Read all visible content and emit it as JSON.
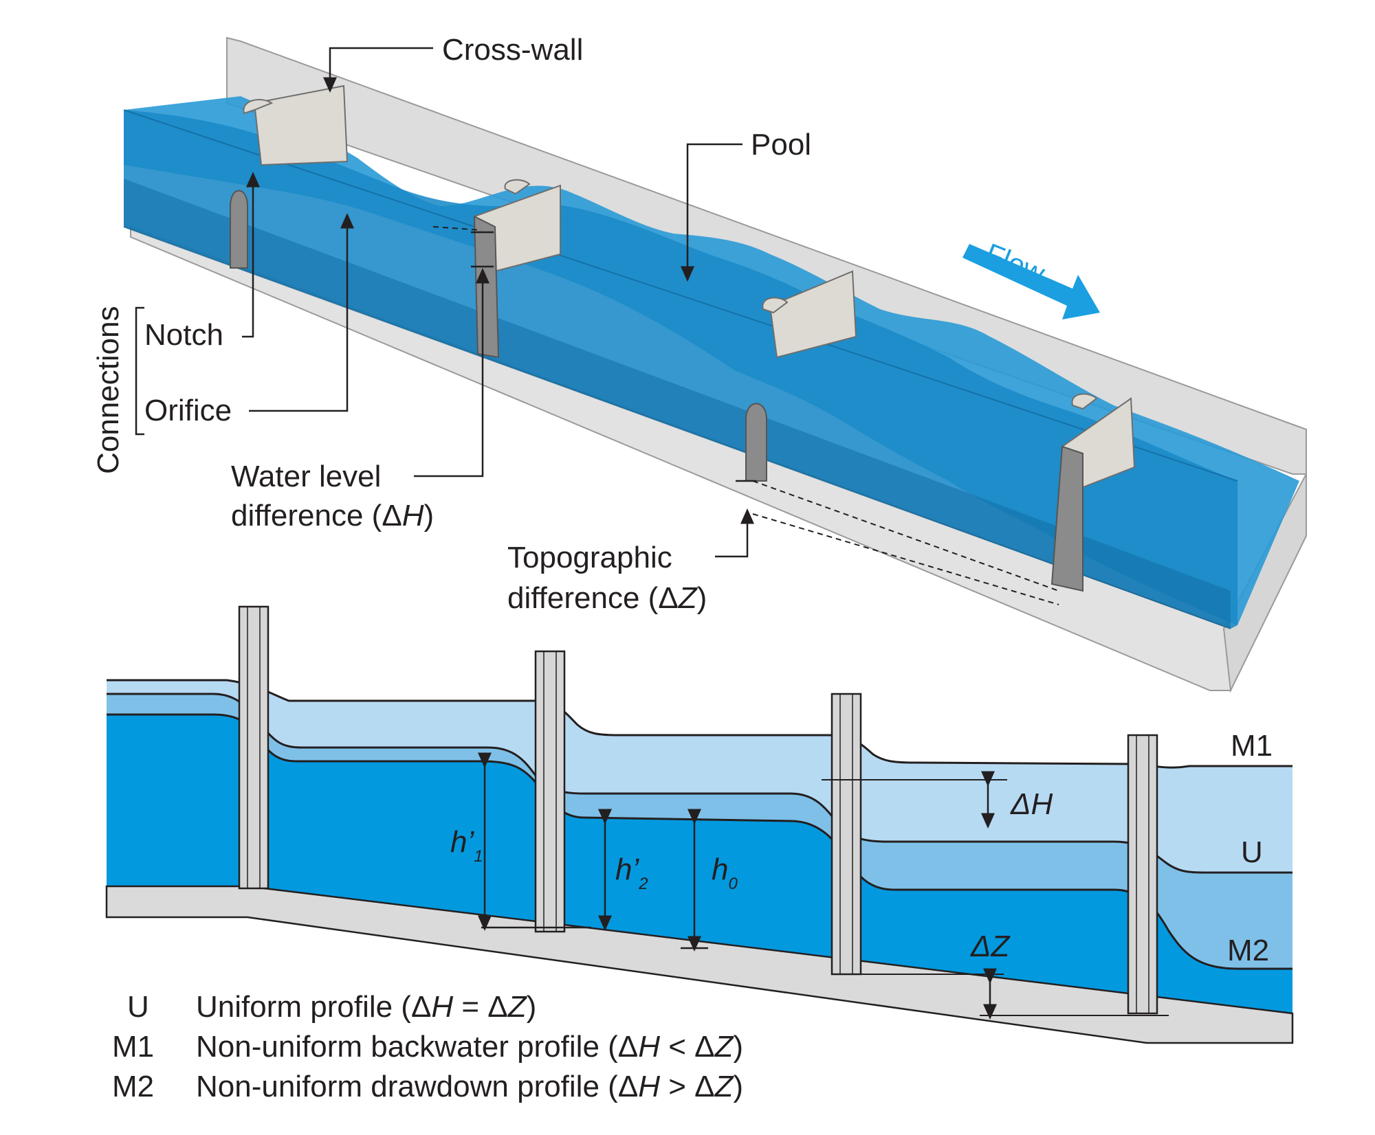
{
  "labels": {
    "cross_wall": "Cross-wall",
    "pool": "Pool",
    "flow": "Flow",
    "connections": "Connections",
    "notch": "Notch",
    "orifice": "Orifice",
    "water_level_1": "Water level",
    "water_level_2": "difference (",
    "delta": "Δ",
    "h_italic": "H",
    "z_italic": "Z",
    "close_paren": ")",
    "topographic_1": "Topographic",
    "topographic_2": "difference (",
    "h_prime": "h’",
    "sub_1": "1",
    "sub_2": "2",
    "h_letter": "h",
    "sub_0": "0",
    "m1": "M1",
    "u": "U",
    "m2": "M2"
  },
  "legend": [
    {
      "key": "U",
      "text_a": "Uniform profile (",
      "h": "H",
      "mid": " = Δ",
      "z": "Z",
      "end": ")",
      "delta": "Δ"
    },
    {
      "key": "M1",
      "text_a": "Non-uniform backwater profile (",
      "h": "H",
      "mid": " < Δ",
      "z": "Z",
      "end": ")",
      "delta": "Δ"
    },
    {
      "key": "M2",
      "text_a": "Non-uniform drawdown profile (",
      "h": "H",
      "mid": " > Δ",
      "z": "Z",
      "end": ")",
      "delta": "Δ"
    }
  ],
  "colors": {
    "water_3d": "#1a8ac7",
    "water_3d_dark": "#136fa6",
    "wall_grey": "#d9d9d9",
    "crosswall": "#dcdad2",
    "flow_arrow": "#1b9fe0",
    "m1_band": "#b7daf3",
    "u_band": "#7fc0e8",
    "m2_band": "#0399df",
    "bed": "#dadada"
  }
}
